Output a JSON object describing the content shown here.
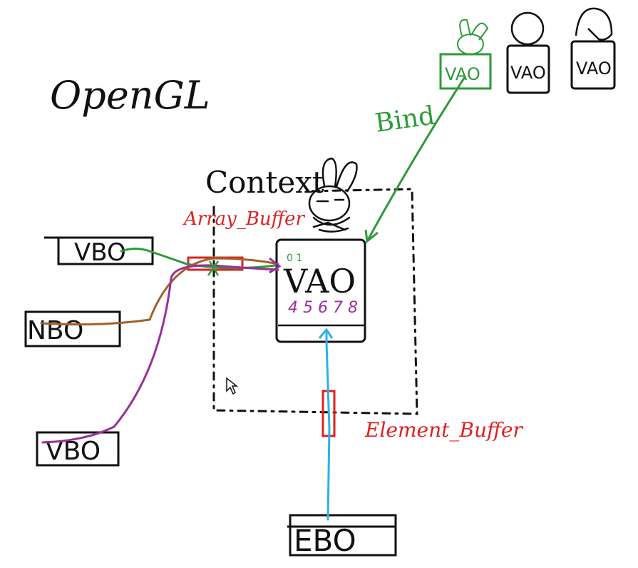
{
  "title": "OpenGL",
  "context_label": "Context",
  "array_buffer_label": "Array_Buffer",
  "element_buffer_label": "Element_Buffer",
  "bind_label": "Bind",
  "vao_label": "VAO",
  "vao_slots_top": "0 1",
  "vao_slots_bottom": "4 5 6 7 8",
  "vbo_labels": [
    "VBO",
    "NBO",
    "VBO"
  ],
  "ebo_label": "EBO",
  "vao_stack_labels": [
    "VAO",
    "VAO",
    "VAO"
  ],
  "colors": {
    "ink": "#111111",
    "green": "#2e9a3a",
    "brown": "#a0622b",
    "purple": "#9a2f9a",
    "red": "#e02020",
    "cyan": "#2bb3e0"
  }
}
